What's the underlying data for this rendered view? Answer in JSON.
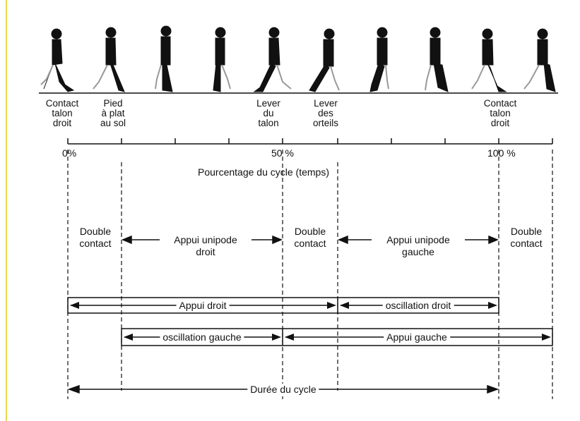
{
  "events": [
    {
      "id": "contact-right",
      "label": "Contact\ntalon\ndroit"
    },
    {
      "id": "foot-flat",
      "label": "Pied\nà plat\nau sol"
    },
    {
      "id": "heel-off",
      "label": "Lever\ndu\ntalon"
    },
    {
      "id": "toe-off",
      "label": "Lever\ndes\norteils"
    },
    {
      "id": "contact-right-2",
      "label": "Contact\ntalon\ndroit"
    }
  ],
  "axis": {
    "tick_0": "0%",
    "tick_50": "50 %",
    "tick_100": "100 %",
    "title": "Pourcentage du cycle  (temps)"
  },
  "phases": {
    "double_1": "Double\ncontact",
    "single_right": "Appui unipode\ndroit",
    "double_2": "Double\ncontact",
    "single_left": "Appui unipode\ngauche",
    "double_3": "Double\ncontact"
  },
  "bars": {
    "stance_right": "Appui droit",
    "swing_right": "oscillation droit",
    "swing_left": "oscillation gauche",
    "stance_left": "Appui gauche",
    "cycle": "Durée du cycle"
  },
  "colors": {
    "ink": "#111111",
    "figure": "#111111",
    "border": "#e8d84a"
  }
}
